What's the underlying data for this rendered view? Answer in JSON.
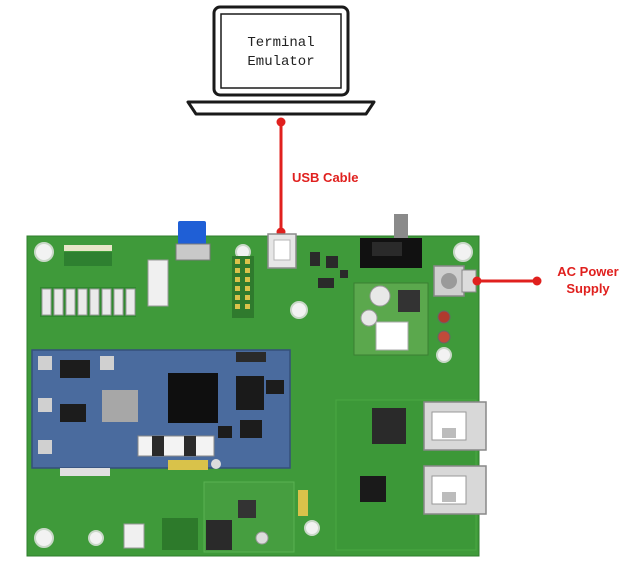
{
  "laptop": {
    "line1": "Terminal",
    "line2": "Emulator"
  },
  "labels": {
    "usb_cable": "USB Cable",
    "ac_power_line1": "AC Power",
    "ac_power_line2": "Supply"
  },
  "colors": {
    "accent": "#e0201e",
    "board": "#3f9a3a",
    "som": "#4a6b9e"
  }
}
